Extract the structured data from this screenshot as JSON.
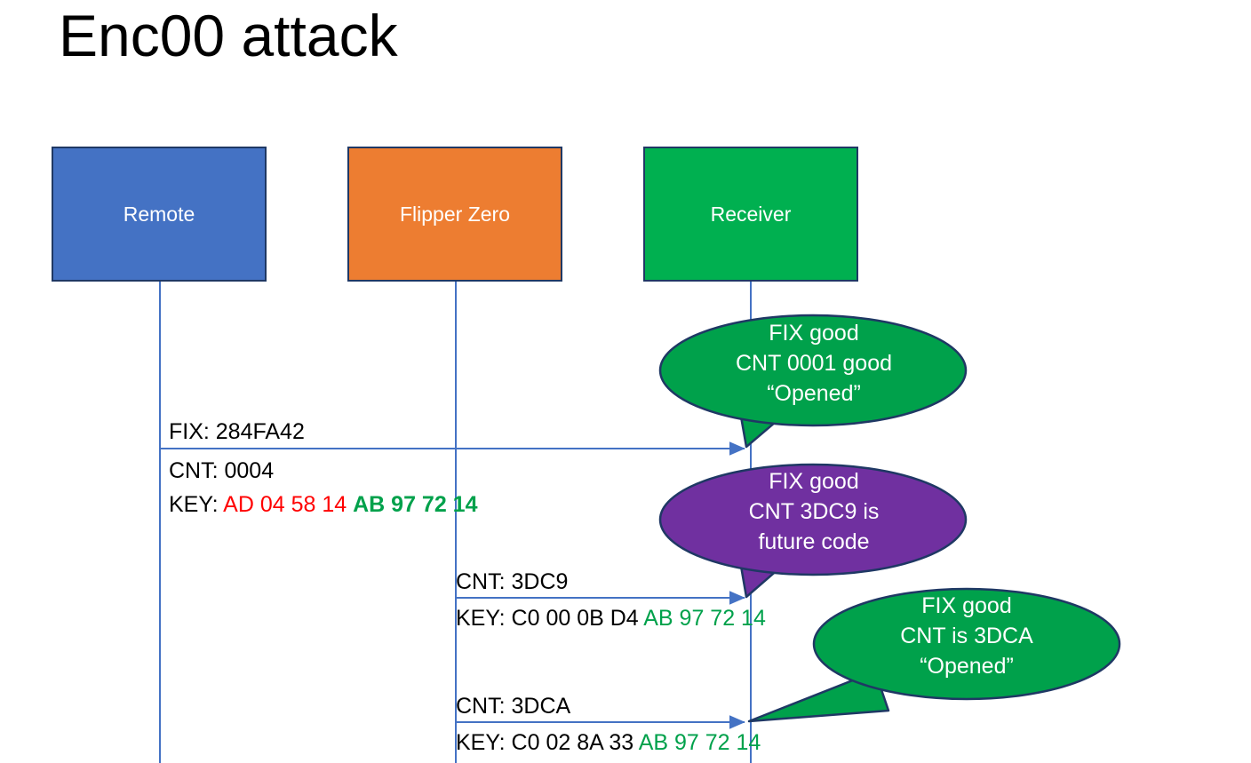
{
  "slide": {
    "title": "Enc00 attack",
    "background": "#FFFFFF"
  },
  "colors": {
    "remote_blue": "#4472C4",
    "flipper_orange": "#ED7D31",
    "receiver_green": "#00B050",
    "callout_green": "#00A14B",
    "callout_purple": "#7030A0",
    "line_blue": "#4472C4",
    "outline_navy": "#1F3864",
    "hex_red": "#FF0000",
    "hex_green": "#00A14B",
    "text_black": "#000000"
  },
  "actors": [
    {
      "id": "remote",
      "label": "Remote",
      "color": "#4472C4"
    },
    {
      "id": "flipper",
      "label": "Flipper Zero",
      "color": "#ED7D31"
    },
    {
      "id": "receiver",
      "label": "Receiver",
      "color": "#00B050"
    }
  ],
  "messages": [
    {
      "id": "msg-1",
      "from": "remote",
      "to": "receiver",
      "lines": [
        {
          "text": "FIX: 284FA42"
        }
      ]
    },
    {
      "id": "msg-2",
      "from": "remote",
      "to": "receiver",
      "lines": [
        {
          "text": "CNT: 0004"
        },
        {
          "prefix": "KEY: ",
          "red": "AD 04 58 14",
          "green": "AB 97 72 14"
        }
      ]
    },
    {
      "id": "msg-3",
      "from": "flipper",
      "to": "receiver",
      "lines": [
        {
          "text": "CNT: 3DC9"
        },
        {
          "prefix": "KEY: C0 00 0B D4 ",
          "green": "AB 97 72 14"
        }
      ]
    },
    {
      "id": "msg-4",
      "from": "flipper",
      "to": "receiver",
      "lines": [
        {
          "text": "CNT: 3DCA"
        },
        {
          "prefix": "KEY: C0 02 8A 33 ",
          "green": "AB 97 72 14"
        }
      ]
    }
  ],
  "labels": {
    "fix_line": "FIX: 284FA42",
    "cnt_0004": "CNT: 0004",
    "key1_prefix": "KEY: ",
    "key1_red": "AD 04 58 14",
    "key1_green": "AB 97 72 14",
    "cnt_3dc9": "CNT: 3DC9",
    "key2_prefix": "KEY: C0 00 0B D4 ",
    "key2_green": "AB 97 72 14",
    "cnt_3dca": "CNT: 3DCA",
    "key3_prefix": "KEY: C0 02 8A 33 ",
    "key3_green": "AB 97 72 14"
  },
  "callouts": [
    {
      "id": "callout-1",
      "color": "#00A14B",
      "line1": "FIX good",
      "line2": "CNT 0001 good",
      "line3": "“Opened”"
    },
    {
      "id": "callout-2",
      "color": "#7030A0",
      "line1": "FIX good",
      "line2": "CNT 3DC9 is",
      "line3": "future code"
    },
    {
      "id": "callout-3",
      "color": "#00A14B",
      "line1": "FIX good",
      "line2": "CNT is 3DCA",
      "line3": "“Opened”"
    }
  ]
}
